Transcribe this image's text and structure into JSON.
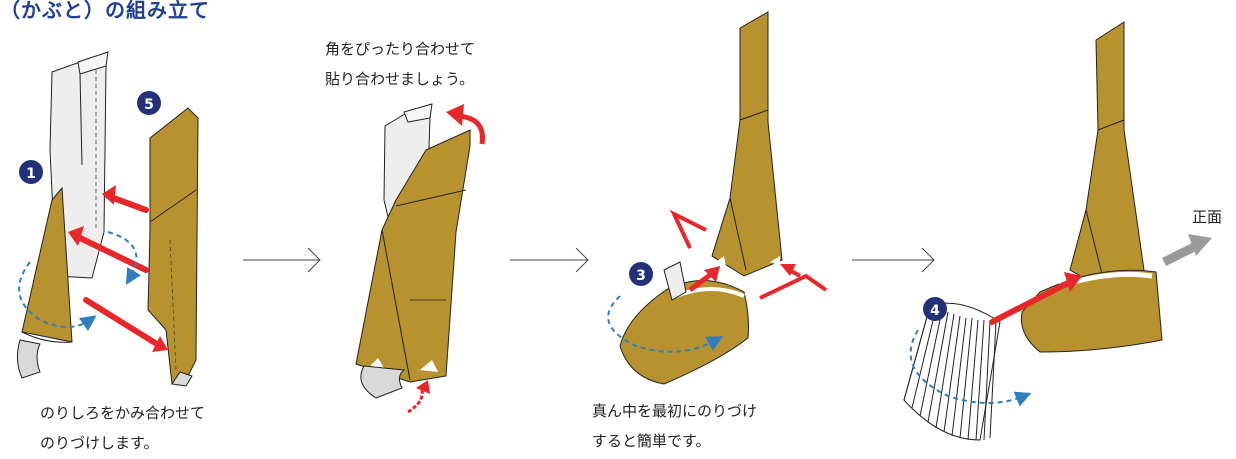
{
  "title": "（かぶと）の組み立て",
  "captions": {
    "step1": [
      "のりしろをかみ合わせて",
      "のりづけします。"
    ],
    "step2": [
      "角をぴったり合わせて",
      "貼り合わせましょう。"
    ],
    "step3": [
      "真ん中を最初にのりづけ",
      "すると簡単です。"
    ]
  },
  "labels": {
    "front": "正面"
  },
  "badges": {
    "b1": "1",
    "b3": "3",
    "b4": "4",
    "b5": "5"
  },
  "colors": {
    "gold": "#b8922e",
    "paper": "#e6e6e6",
    "arrow_red": "#e8272b",
    "badge_navy": "#23317a",
    "rotate_blue": "#2f7fbf",
    "front_arrow_gray": "#9b9b9b"
  }
}
